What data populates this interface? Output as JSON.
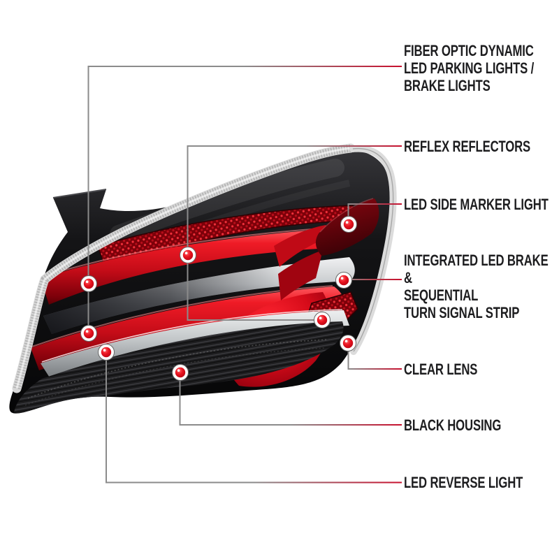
{
  "figure": {
    "title": "LED tail light feature callout diagram"
  },
  "callouts": [
    {
      "id": "fiber-optic-parking-brake",
      "lines": [
        "FIBER OPTIC DYNAMIC",
        "LED PARKING LIGHTS /",
        "BRAKE LIGHTS"
      ]
    },
    {
      "id": "reflex-reflectors",
      "lines": [
        "REFLEX REFLECTORS"
      ]
    },
    {
      "id": "led-side-marker",
      "lines": [
        "LED SIDE MARKER LIGHT"
      ]
    },
    {
      "id": "integrated-brake-sequential",
      "lines": [
        "INTEGRATED LED BRAKE",
        "&",
        "SEQUENTIAL",
        "TURN SIGNAL STRIP"
      ]
    },
    {
      "id": "clear-lens",
      "lines": [
        "CLEAR LENS"
      ]
    },
    {
      "id": "black-housing",
      "lines": [
        "BLACK HOUSING"
      ]
    },
    {
      "id": "led-reverse",
      "lines": [
        "LED REVERSE LIGHT"
      ]
    }
  ],
  "markers": {
    "count": 9,
    "style": "red-dot-white-ring"
  },
  "colors": {
    "background": "#ffffff",
    "label_text": "#1d1d1f",
    "leader_gray": "#8b8b8b",
    "leader_red": "#c8102e",
    "marker_red": "#e30b17",
    "lamp_red": "#d0101d",
    "lamp_dark_red": "#8f0310",
    "chrome": "#d9d9d9",
    "housing_black": "#121214"
  }
}
